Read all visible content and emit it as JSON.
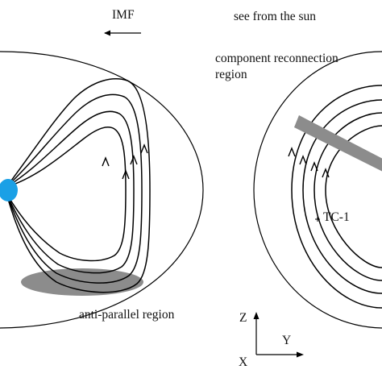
{
  "labels": {
    "imf": "IMF",
    "see_from_sun": "see from the sun",
    "component_line1": "component reconnection",
    "component_line2": "region",
    "anti_parallel": "anti-parallel region",
    "tc1": "TC-1",
    "axis_z": "Z",
    "axis_y": "Y",
    "axis_x": "X"
  },
  "colors": {
    "line": "#000000",
    "earth": "#1aa0e6",
    "region_fill": "#8c8c8c"
  }
}
